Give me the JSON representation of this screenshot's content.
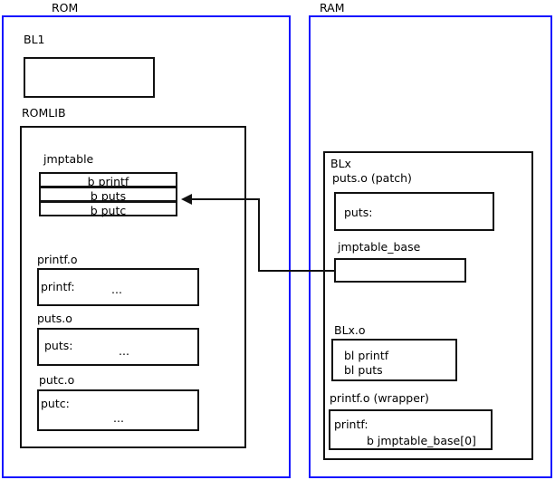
{
  "diagram": {
    "title_rom": "ROM",
    "title_ram": "RAM",
    "colors": {
      "region_border": "#1414ff",
      "box_border": "#111111",
      "background": "#ffffff",
      "text": "#000000"
    }
  },
  "rom": {
    "label": "ROM",
    "bl1": {
      "label": "BL1",
      "body": ""
    },
    "romlib": {
      "label": "ROMLIB",
      "jmptable": {
        "label": "jmptable",
        "entries": [
          {
            "text": "b printf"
          },
          {
            "text": "b puts"
          },
          {
            "text": "b putc"
          }
        ]
      },
      "objects": [
        {
          "label": "printf.o",
          "symbol": "printf:",
          "body": "..."
        },
        {
          "label": "puts.o",
          "symbol": "puts:",
          "body": "..."
        },
        {
          "label": "putc.o",
          "symbol": "putc:",
          "body": "..."
        }
      ]
    }
  },
  "ram": {
    "label": "RAM",
    "blx": {
      "label": "BLx",
      "patch": {
        "label": "puts.o (patch)",
        "symbol": "puts:"
      },
      "jmptable_base": {
        "label": "jmptable_base",
        "body": ""
      },
      "blx_o": {
        "label": "BLx.o",
        "line1": "bl printf",
        "line2": "bl puts"
      },
      "wrapper": {
        "label": "printf.o (wrapper)",
        "symbol": "printf:",
        "branch": "b jmptable_base[0]"
      }
    }
  },
  "connector": {
    "name": "jmptable-base-to-b-puts-arrow",
    "from": "jmptable_base",
    "to": "jmptable entry b puts",
    "direction": "right-to-left"
  }
}
